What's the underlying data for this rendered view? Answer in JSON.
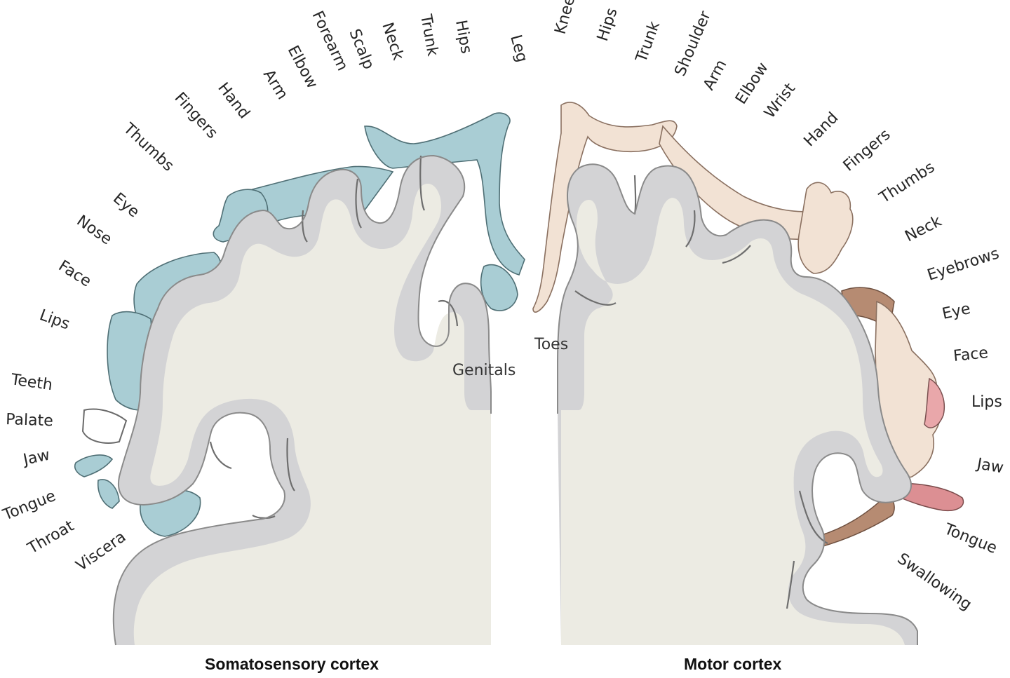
{
  "colors": {
    "white_matter": "#ecebe3",
    "gray_matter": "#d3d3d5",
    "outline": "#7a7a7a",
    "sensory_body": "#a9cdd4",
    "motor_body": "#f2e2d4",
    "motor_lips": "#e9a7aa",
    "motor_tongue": "#dc8f93",
    "motor_hair": "#b68b72"
  },
  "captions": {
    "somatosensory": "Somatosensory cortex",
    "motor": "Motor cortex"
  },
  "sensory_labels": [
    "Leg",
    "Hips",
    "Trunk",
    "Neck",
    "Scalp",
    "Forearm",
    "Elbow",
    "Arm",
    "Hand",
    "Fingers",
    "Thumbs",
    "Eye",
    "Nose",
    "Face",
    "Lips",
    "Teeth",
    "Palate",
    "Jaw",
    "Tongue",
    "Throat",
    "Viscera"
  ],
  "sensory_inner_label": "Genitals",
  "motor_labels": [
    "Knee",
    "Hips",
    "Trunk",
    "Shoulder",
    "Arm",
    "Elbow",
    "Wrist",
    "Hand",
    "Fingers",
    "Thumbs",
    "Neck",
    "Eyebrows",
    "Eye",
    "Face",
    "Lips",
    "Jaw",
    "Tongue",
    "Swallowing"
  ],
  "motor_inner_label": "Toes"
}
